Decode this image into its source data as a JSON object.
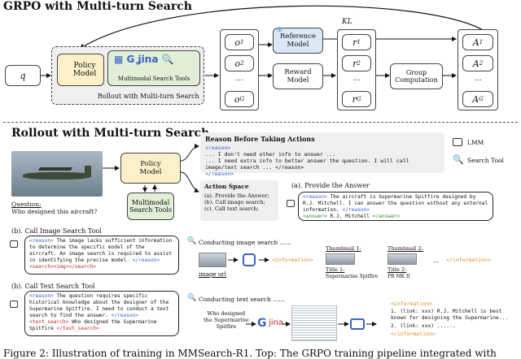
{
  "top": {
    "title": "GRPO with Multi-turn Search",
    "q": "q",
    "policy_model": "Policy\nModel",
    "multimodal_tools": "Multimodal Search Tools",
    "rollout_label": "Rollout with Multi-turn Search",
    "o_labels": [
      "o",
      "o",
      "...",
      "o"
    ],
    "o_subs": [
      "1",
      "2",
      "",
      "G"
    ],
    "reference_model": "Reference\nModel",
    "reward_model": "Reward\nModel",
    "kl": "KL",
    "r_labels": [
      "r",
      "r",
      "...",
      "r"
    ],
    "r_subs": [
      "1",
      "2",
      "",
      "G"
    ],
    "group_computation": "Group\nComputation",
    "a_labels": [
      "A",
      "A",
      "...",
      "A"
    ],
    "a_subs": [
      "1",
      "2",
      "",
      "G"
    ]
  },
  "bottom": {
    "title": "Rollout with Multi-turn Search",
    "question_label": "Question:",
    "question_text": "Who designed this aircraft?",
    "policy_model": "Policy\nModel",
    "multimodal_tools": "Multimodal\nSearch Tools",
    "reason_title": "Reason Before Taking Actions",
    "reason_lines": [
      "<reason>",
      "... I don't need other info to answer ...",
      "... I need extra info to better answer the question. I will call image/text search ... </reason>",
      "</reason>"
    ],
    "lmm_label": "LMM",
    "search_tool_label": "Search Tool",
    "action_title": "Action Space",
    "actions": [
      "(a). Provide the Answer;",
      "(b). Call image search;",
      "(c). Call text search;"
    ],
    "a_title": "(a). Provide the Answer",
    "a_reason": "The aircraft is Supermarine Spitfire designed by R.J. Mitchell. I can answer the question without any external information.",
    "a_answer": "R.J. Mitchell",
    "b_title": "(b). Call Image Search Tool",
    "b_reason": "The image lacks sufficient information to determine the specific model of the aircraft. An image search is required to assist in identifying the precise model.",
    "b_search": "<search><img></search>",
    "b_conducting": "Conducting image search ......",
    "b_image_url": "image url",
    "b_information": "<information>",
    "b_thumb1": "Thumbnail 1:",
    "b_title1": "Title 1:",
    "b_name1": "Supermarine Spitfire",
    "b_thumb2": "Thumbnail 2:",
    "b_title2": "Title 2:",
    "b_name2": "PR MK II",
    "b_ellipsis": "...",
    "b_info_end": "</information>",
    "c_title": "(b). Call Text Search Tool",
    "c_reason": "The question requires specific historical knowledge about the designer of the Supermarine Spitfire. I need to conduct a text search to find the answer.",
    "c_search": "Who designed the Supermarine Spitfire",
    "c_conducting": "Conducting text search ......",
    "c_query": "Who designed\nthe Supermarine\nSpitfire",
    "c_information": "<information>",
    "c_result": "1. (link: xxx) R.J. Mitchell is best known for designing the Supermarine...",
    "c_result2": "2. (link: xxx) ......",
    "c_info_end": "</information>",
    "caption": "Figure 2: Illustration of training in MMSearch-R1. Top: The GRPO training pipeline integrated with"
  }
}
